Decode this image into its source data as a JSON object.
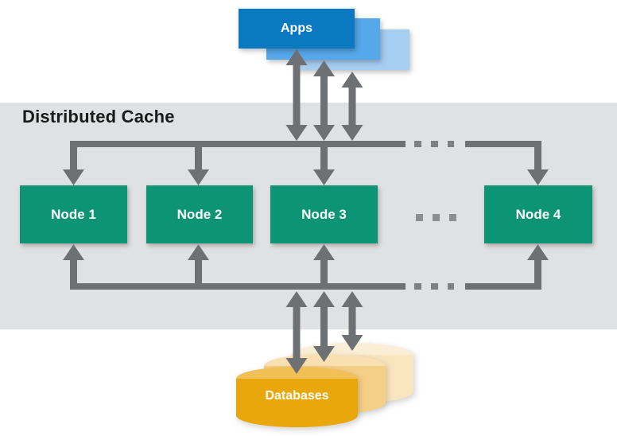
{
  "band": {
    "title": "Distributed Cache"
  },
  "apps": {
    "label": "Apps",
    "card_count": 3
  },
  "cache": {
    "nodes": [
      {
        "label": "Node 1"
      },
      {
        "label": "Node 2"
      },
      {
        "label": "Node 3"
      },
      {
        "label": "Node 4"
      }
    ],
    "ellipsis": "..."
  },
  "databases": {
    "label": "Databases",
    "cylinder_count": 3
  },
  "colors": {
    "app-front": "#0a79c0",
    "app-mid": "#55a8ea",
    "app-back": "#a6cdf2",
    "node-green": "#0d9474",
    "band-gray": "#e0e1e2",
    "arrow-gray": "#6e7173",
    "dash-gray": "#7e8184",
    "dot-gray": "#8c8f92",
    "db-front": "#e8a70b",
    "db-front-top": "#f0bf55",
    "db-mid": "#f6cf87",
    "db-mid-top": "#f9e0b2",
    "db-back": "#f9e5c0",
    "db-back-top": "#fbeed6",
    "text-dark": "#1a1a1a",
    "text-light": "#ffffff"
  }
}
